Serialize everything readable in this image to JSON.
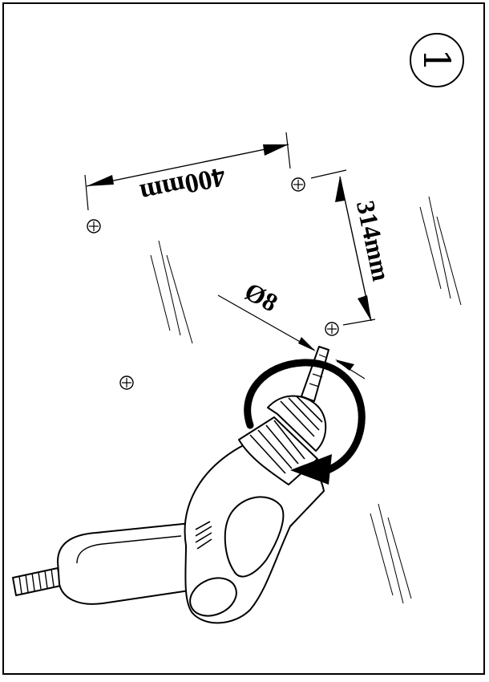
{
  "step": {
    "number": "1"
  },
  "dimensions": {
    "horizontal": "400mm",
    "vertical": "314mm",
    "drill_diameter": "Ø8"
  },
  "icons": {
    "drill": "power-drill-icon",
    "rotation": "clockwise-rotation-arrow-icon",
    "hole": "hole-marker-icon"
  },
  "colors": {
    "line": "#000000",
    "background": "#ffffff"
  }
}
